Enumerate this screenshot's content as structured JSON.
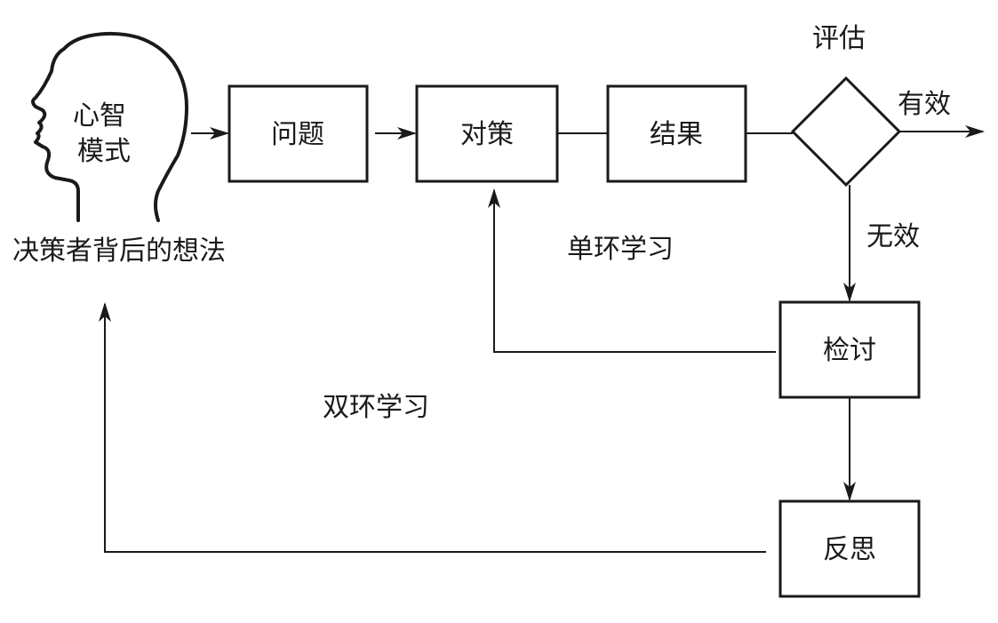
{
  "head": {
    "label_line1": "心智",
    "label_line2": "模式",
    "caption": "决策者背后的想法"
  },
  "boxes": {
    "problem": "问题",
    "strategy": "对策",
    "result": "结果",
    "review": "检讨",
    "reflect": "反思"
  },
  "decision": {
    "label": "评估",
    "yes_label": "有效",
    "no_label": "无效"
  },
  "loops": {
    "single": "单环学习",
    "double": "双环学习"
  },
  "colors": {
    "stroke": "#1a1a1a",
    "background": "#ffffff"
  }
}
